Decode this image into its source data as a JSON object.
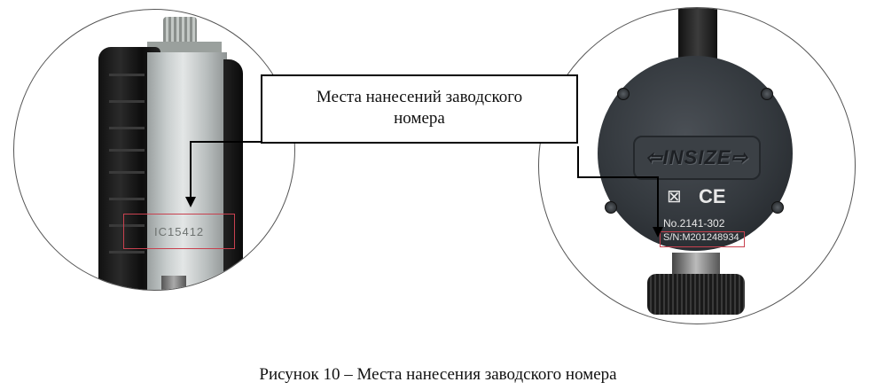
{
  "figure": {
    "callout_text_line1": "Места нанесений заводского",
    "callout_text_line2": "номера",
    "caption": "Рисунок 10 – Места нанесения заводского номера"
  },
  "left_photo": {
    "serial_number": "IC15412",
    "highlight_color": "#c8414f"
  },
  "right_photo": {
    "brand_logo": "⇦INSIZE⇨",
    "certification_mark": "CE",
    "model_number": "No.2141-302",
    "serial_number": "S/N:M201248934",
    "highlight_color": "#c8414f"
  }
}
